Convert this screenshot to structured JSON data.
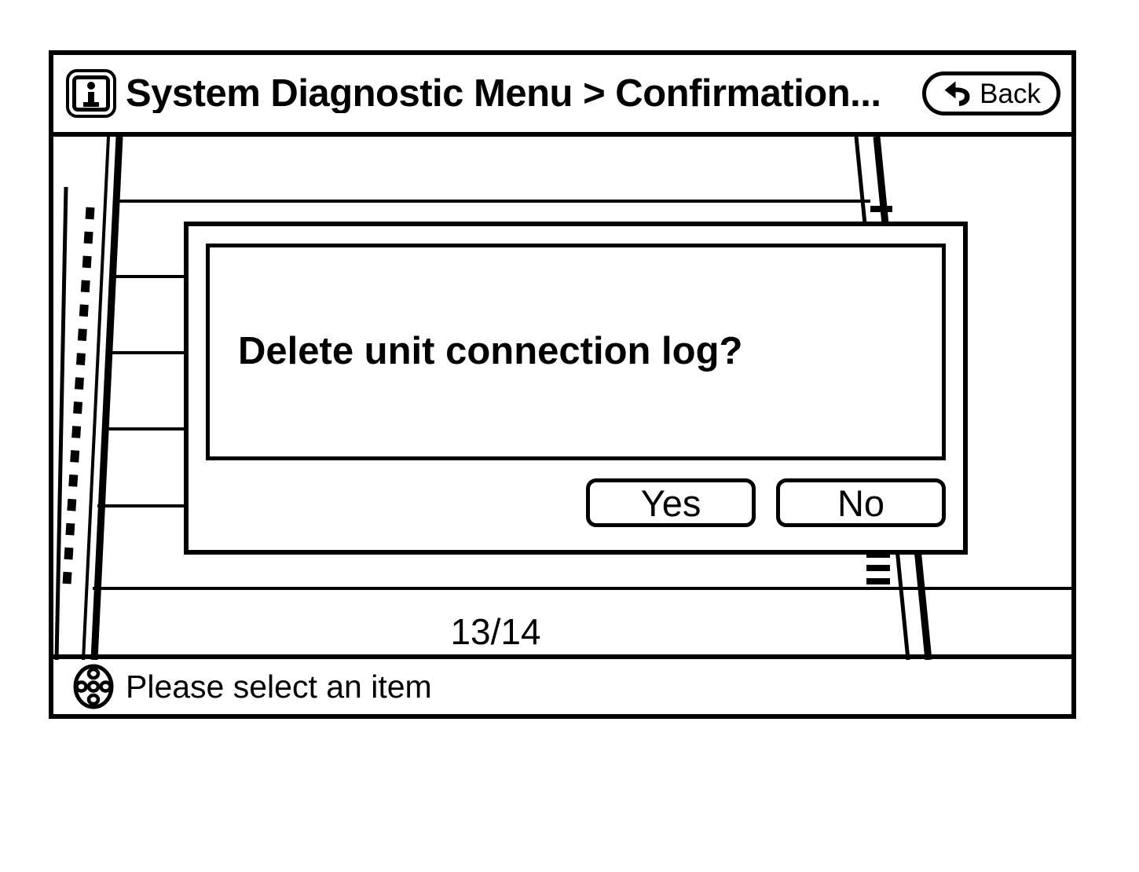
{
  "header": {
    "info_icon": "info-icon",
    "title": "System Diagnostic Menu > Confirmation...",
    "back_button": {
      "label": "Back",
      "icon": "back-arrow-icon"
    }
  },
  "content": {
    "background": "navigation-map-with-menu-list",
    "scroll_up_indicator": "scroll-up-dash-icon",
    "scroll_list_indicator": "list-lines-icon",
    "page_counter": "13/14",
    "page_current": 13,
    "page_total": 14
  },
  "dialog": {
    "message": "Delete unit connection log?",
    "buttons": [
      {
        "label": "Yes",
        "name": "yes-button"
      },
      {
        "label": "No",
        "name": "no-button"
      }
    ]
  },
  "status_bar": {
    "icon": "dpad-joystick-icon",
    "text": "Please select an item"
  },
  "colors": {
    "foreground": "#000000",
    "background": "#ffffff"
  }
}
